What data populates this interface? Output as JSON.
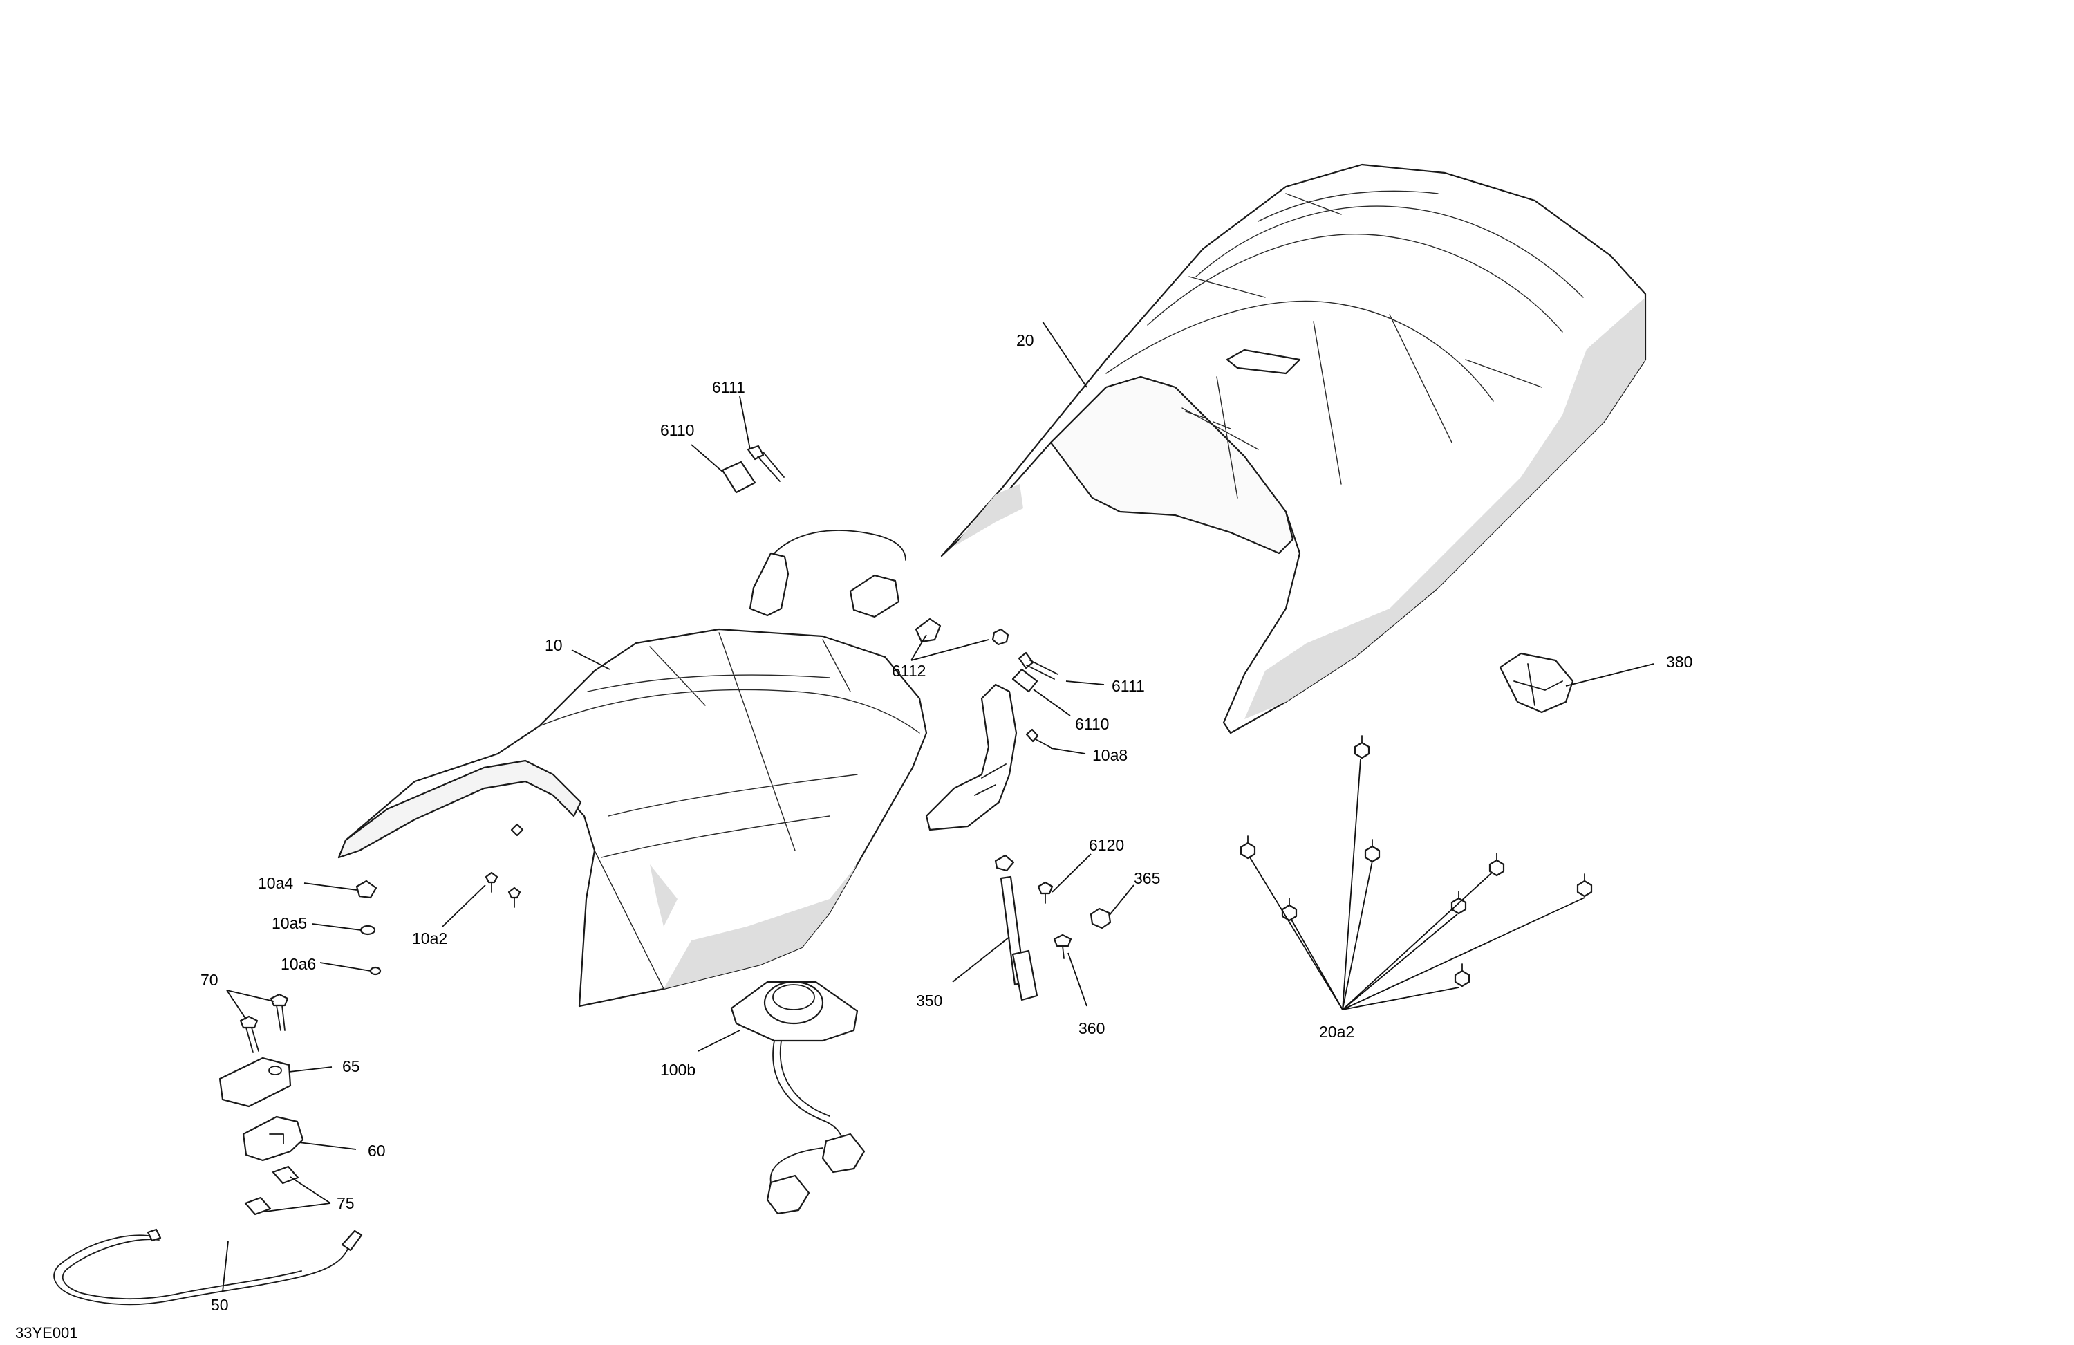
{
  "diagram": {
    "reference_code": "33YE001",
    "callouts": {
      "c20": "20",
      "c6111a": "6111",
      "c6110a": "6110",
      "c10": "10",
      "c6112": "6112",
      "c6111b": "6111",
      "c6110b": "6110",
      "c10a8": "10a8",
      "c380": "380",
      "c10a4": "10a4",
      "c10a5": "10a5",
      "c10a2": "10a2",
      "c10a6": "10a6",
      "c70": "70",
      "c65": "65",
      "c60": "60",
      "c75": "75",
      "c50": "50",
      "c100b": "100b",
      "c6120": "6120",
      "c365": "365",
      "c350": "350",
      "c360": "360",
      "c20a2": "20a2"
    }
  }
}
